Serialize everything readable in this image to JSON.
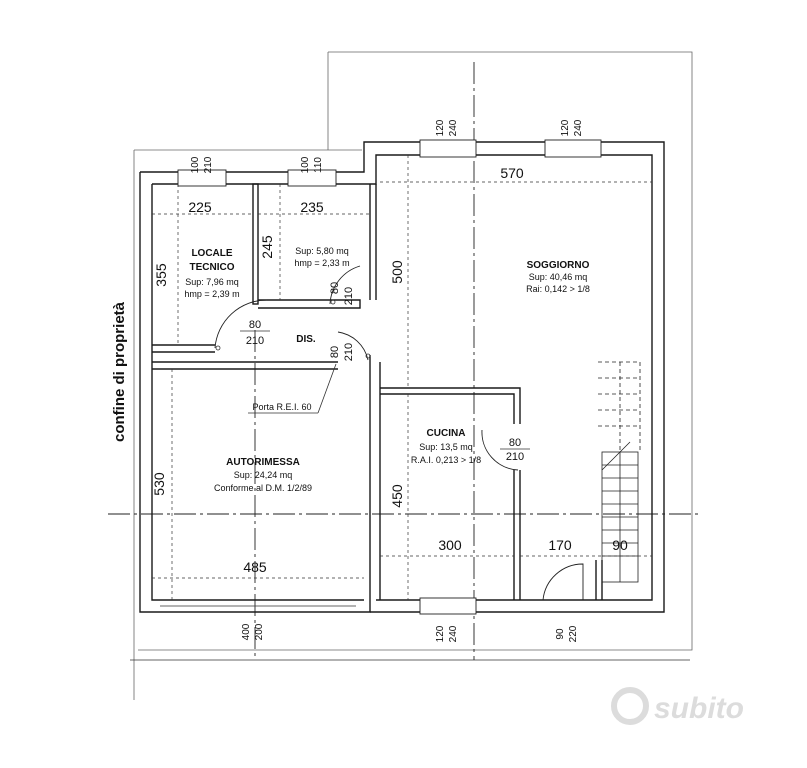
{
  "property_label": "confine di proprietà",
  "watermark": "subito",
  "rooms": {
    "locale_tecnico": {
      "name_1": "LOCALE",
      "name_2": "TECNICO",
      "sup": "Sup: 7,96 mq",
      "hmp": "hmp = 2,39 m"
    },
    "vano": {
      "sup": "Sup: 5,80 mq",
      "hmp": "hmp = 2,33 m"
    },
    "dis": {
      "name": "DIS."
    },
    "soggiorno": {
      "name": "SOGGIORNO",
      "sup": "Sup: 40,46 mq",
      "rai": "Rai: 0,142 > 1/8"
    },
    "cucina": {
      "name": "CUCINA",
      "sup": "Sup: 13,5 mq",
      "rai": "R.A.I. 0,213 > 1/8"
    },
    "autorimessa": {
      "name": "AUTORIMESSA",
      "sup": "Sup: 24,24 mq",
      "note": "Conforme al D.M. 1/2/89"
    }
  },
  "labels": {
    "porta": "Porta R.E.I. 60"
  },
  "dimensions": {
    "d225": "225",
    "d235": "235",
    "d570": "570",
    "d355": "355",
    "d245": "245",
    "d500": "500",
    "d530": "530",
    "d450": "450",
    "d485": "485",
    "d300": "300",
    "d170": "170",
    "d90": "90"
  },
  "openings": {
    "w1_a": "100",
    "w1_b": "210",
    "w2_a": "100",
    "w2_b": "110",
    "w3_a": "120",
    "w3_b": "240",
    "w4_a": "120",
    "w4_b": "240",
    "w5_a": "120",
    "w5_b": "240",
    "gar_a": "400",
    "gar_b": "200",
    "ent_a": "90",
    "ent_b": "220",
    "dl_a": "80",
    "dl_b": "210",
    "dv_a": "80",
    "dv_b": "210",
    "dg_a": "80",
    "dg_b": "210",
    "dk_a": "80",
    "dk_b": "210"
  }
}
